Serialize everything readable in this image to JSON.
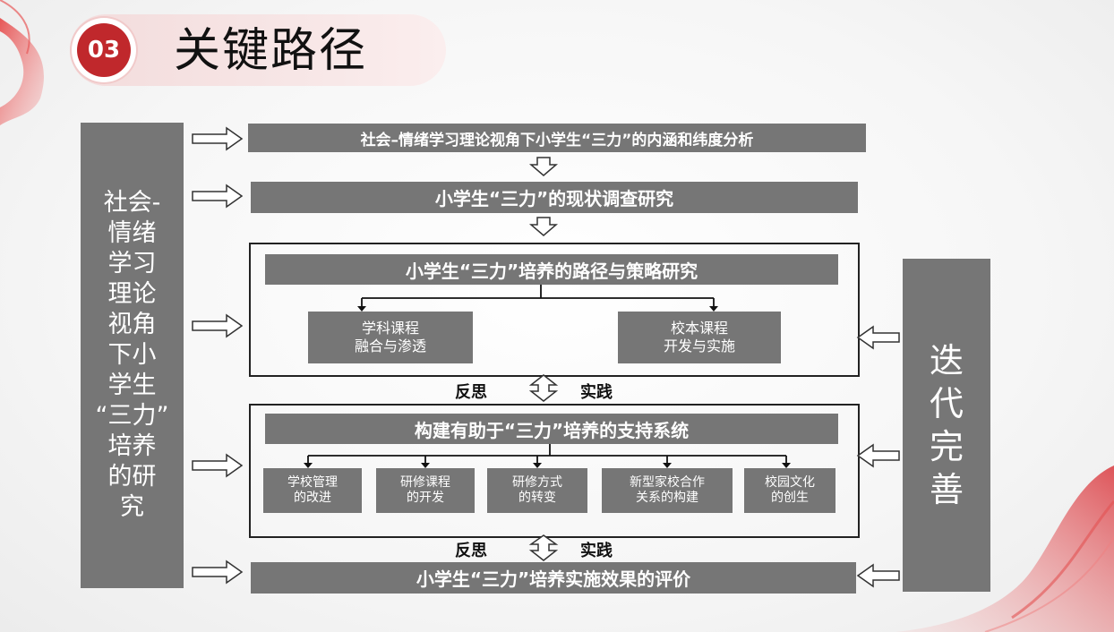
{
  "header": {
    "number": "03",
    "title": "关键路径"
  },
  "left_column": {
    "lines": [
      "社会-",
      "情绪",
      "学习",
      "理论",
      "视角",
      "下小",
      "学生",
      "“三力”",
      "培养",
      "的研",
      "究"
    ]
  },
  "right_column": {
    "lines": [
      "迭",
      "代",
      "完",
      "善"
    ]
  },
  "steps": {
    "analysis": "社会–情绪学习理论视角下小学生“三力”的内涵和纬度分析",
    "survey": "小学生“三力”的现状调查研究",
    "strategy": "小学生“三力”培养的路径与策略研究",
    "support": "构建有助于“三力”培养的支持系统",
    "evaluation": "小学生“三力”培养实施效果的评价"
  },
  "strategy_children": [
    {
      "line1": "学科课程",
      "line2": "融合与渗透"
    },
    {
      "line1": "校本课程",
      "line2": "开发与实施"
    }
  ],
  "support_children": [
    {
      "line1": "学校管理",
      "line2": "的改进"
    },
    {
      "line1": "研修课程",
      "line2": "的开发"
    },
    {
      "line1": "研修方式",
      "line2": "的转变"
    },
    {
      "line1": "新型家校合作",
      "line2": "关系的构建"
    },
    {
      "line1": "校园文化",
      "line2": "的创生"
    }
  ],
  "loop_labels": [
    {
      "left": "反思",
      "right": "实践"
    },
    {
      "left": "反思",
      "right": "实践"
    }
  ],
  "colors": {
    "box_grey": "#767676",
    "accent_red": "#c0282c",
    "header_pill": "#f3dcdc"
  }
}
